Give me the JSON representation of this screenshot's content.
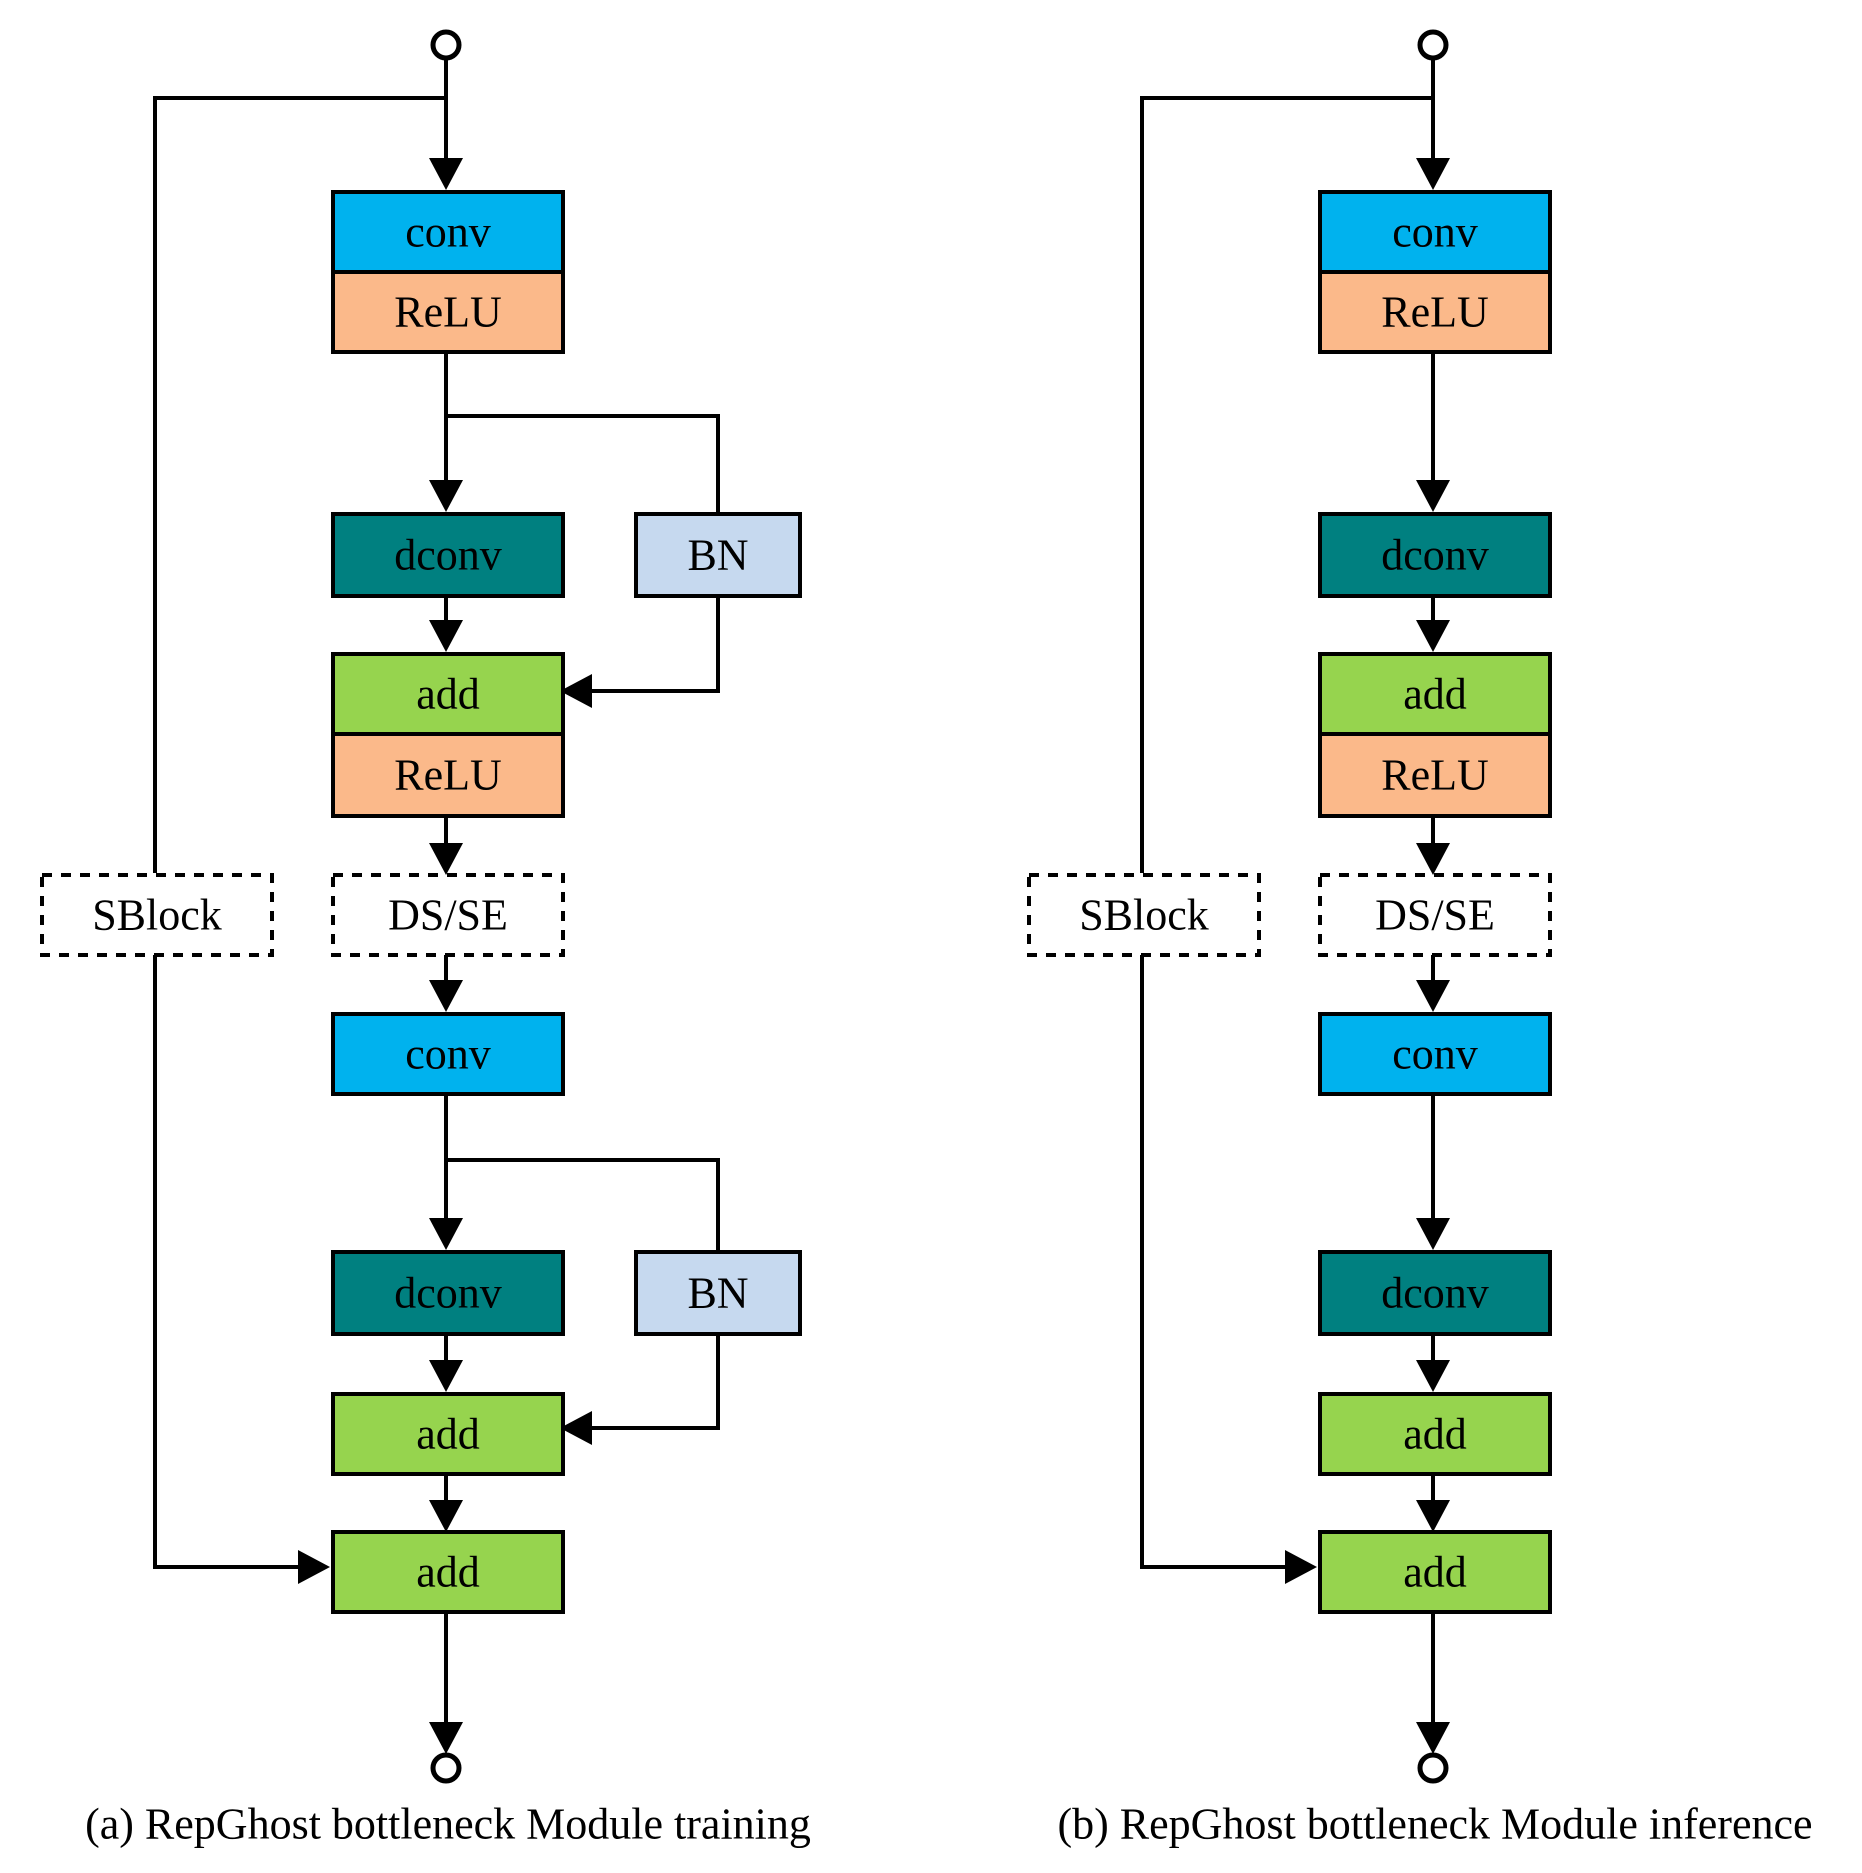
{
  "colors": {
    "conv": "#00b2ee",
    "relu": "#fbb98a",
    "dconv": "#008080",
    "bn": "#c6d9ef",
    "add": "#96d44e"
  },
  "labels": {
    "conv": "conv",
    "relu": "ReLU",
    "dconv": "dconv",
    "bn": "BN",
    "add": "add",
    "sblock": "SBlock",
    "dsse": "DS/SE"
  },
  "captions": {
    "a": "(a) RepGhost bottleneck Module training",
    "b": "(b) RepGhost bottleneck Module inference"
  }
}
